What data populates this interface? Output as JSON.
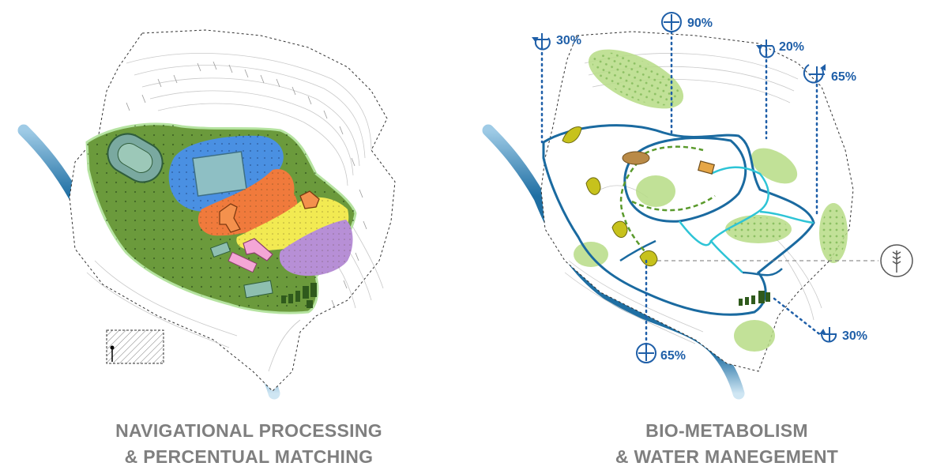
{
  "captions": {
    "left": {
      "line1": "NAVIGATIONAL PROCESSING",
      "line2": "& PERCENTUAL MATCHING"
    },
    "right": {
      "line1": "BIO-METABOLISM",
      "line2": "& WATER MANEGEMENT"
    }
  },
  "stats": [
    {
      "id": "north-west",
      "value": "30%",
      "symbol": "plus-rotate-icon"
    },
    {
      "id": "north",
      "value": "90%",
      "symbol": "plus-circle-icon"
    },
    {
      "id": "north-east",
      "value": "20%",
      "symbol": "plus-rotate-icon"
    },
    {
      "id": "east",
      "value": "65%",
      "symbol": "plus-rotate-icon"
    },
    {
      "id": "south-east",
      "value": "30%",
      "symbol": "plus-rotate-icon"
    },
    {
      "id": "south",
      "value": "65%",
      "symbol": "plus-circle-icon"
    }
  ],
  "icons": {
    "wheat": "wheat-icon",
    "legend": "hatch-legend-icon"
  },
  "colors": {
    "river": "#1f6fa3",
    "zone_green": "#6b9a3c",
    "zone_blue": "#4a90e2",
    "zone_orange": "#f07a3c",
    "zone_yellow": "#f2ea52",
    "zone_purple": "#b78fd6",
    "water_loop": "#1a6aa0",
    "water_inner": "#2ec4d6",
    "vegetation": "#b7dc86",
    "label_blue": "#1f5fa8",
    "caption_gray": "#7f7f7f"
  }
}
